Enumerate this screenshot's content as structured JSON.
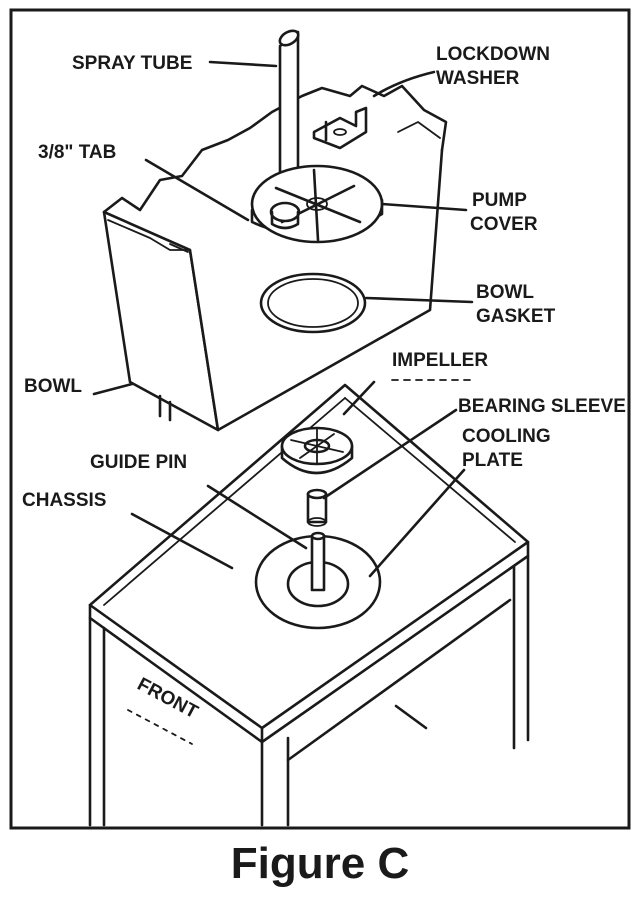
{
  "labels": {
    "spray_tube": "SPRAY TUBE",
    "lockdown_washer_1": "LOCKDOWN",
    "lockdown_washer_2": "WASHER",
    "tab": "3/8\" TAB",
    "pump_cover_1": "PUMP",
    "pump_cover_2": "COVER",
    "bowl_gasket_1": "BOWL",
    "bowl_gasket_2": "GASKET",
    "bowl": "BOWL",
    "impeller": "IMPELLER",
    "bearing_sleeve": "BEARING SLEEVE",
    "cooling_plate_1": "COOLING",
    "cooling_plate_2": "PLATE",
    "guide_pin": "GUIDE PIN",
    "chassis": "CHASSIS",
    "front": "FRONT"
  },
  "caption": "Figure C"
}
